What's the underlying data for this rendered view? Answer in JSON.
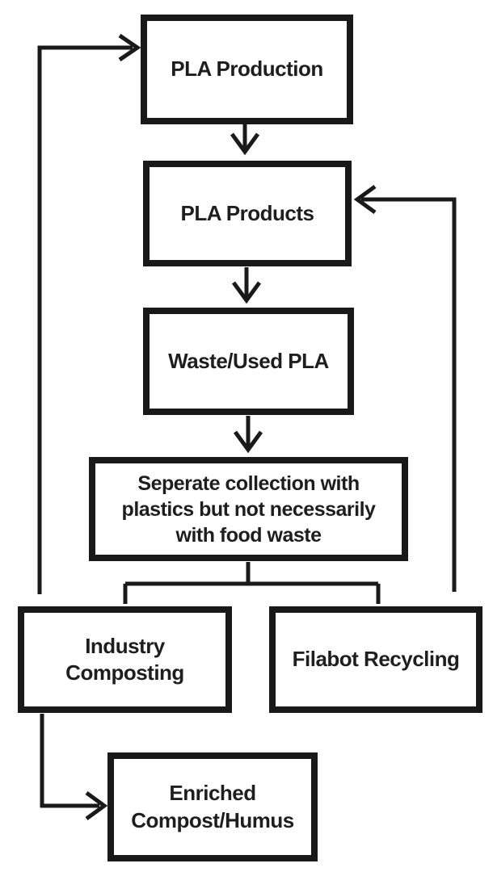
{
  "diagram": {
    "type": "flowchart",
    "background_color": "#ffffff",
    "line_color": "#1a1a1a",
    "box_border_color": "#191919",
    "text_color": "#1e1e1e",
    "nodes": [
      {
        "id": "pla-production",
        "label": "PLA Production"
      },
      {
        "id": "pla-products",
        "label": "PLA Products"
      },
      {
        "id": "waste-used-pla",
        "label": "Waste/Used PLA"
      },
      {
        "id": "separate-collection",
        "label": "Seperate collection with\nplastics but not necessarily\nwith food waste"
      },
      {
        "id": "industry-composting",
        "label": "Industry\nComposting"
      },
      {
        "id": "filabot-recycling",
        "label": "Filabot Recycling"
      },
      {
        "id": "enriched-compost-humus",
        "label": "Enriched\nCompost/Humus"
      }
    ],
    "edges": [
      {
        "from": "pla-production",
        "to": "pla-products",
        "arrowhead": true,
        "direction": "down"
      },
      {
        "from": "pla-products",
        "to": "waste-used-pla",
        "arrowhead": true,
        "direction": "down"
      },
      {
        "from": "waste-used-pla",
        "to": "separate-collection",
        "arrowhead": true,
        "direction": "down"
      },
      {
        "from": "separate-collection",
        "to": "industry-composting",
        "arrowhead": false,
        "direction": "down-split"
      },
      {
        "from": "separate-collection",
        "to": "filabot-recycling",
        "arrowhead": false,
        "direction": "down-split"
      },
      {
        "from": "industry-composting",
        "to": "pla-production",
        "arrowhead": true,
        "direction": "up-left-rail"
      },
      {
        "from": "filabot-recycling",
        "to": "pla-products",
        "arrowhead": true,
        "direction": "up-right-rail"
      },
      {
        "from": "industry-composting",
        "to": "enriched-compost-humus",
        "arrowhead": true,
        "direction": "down-left"
      }
    ]
  }
}
